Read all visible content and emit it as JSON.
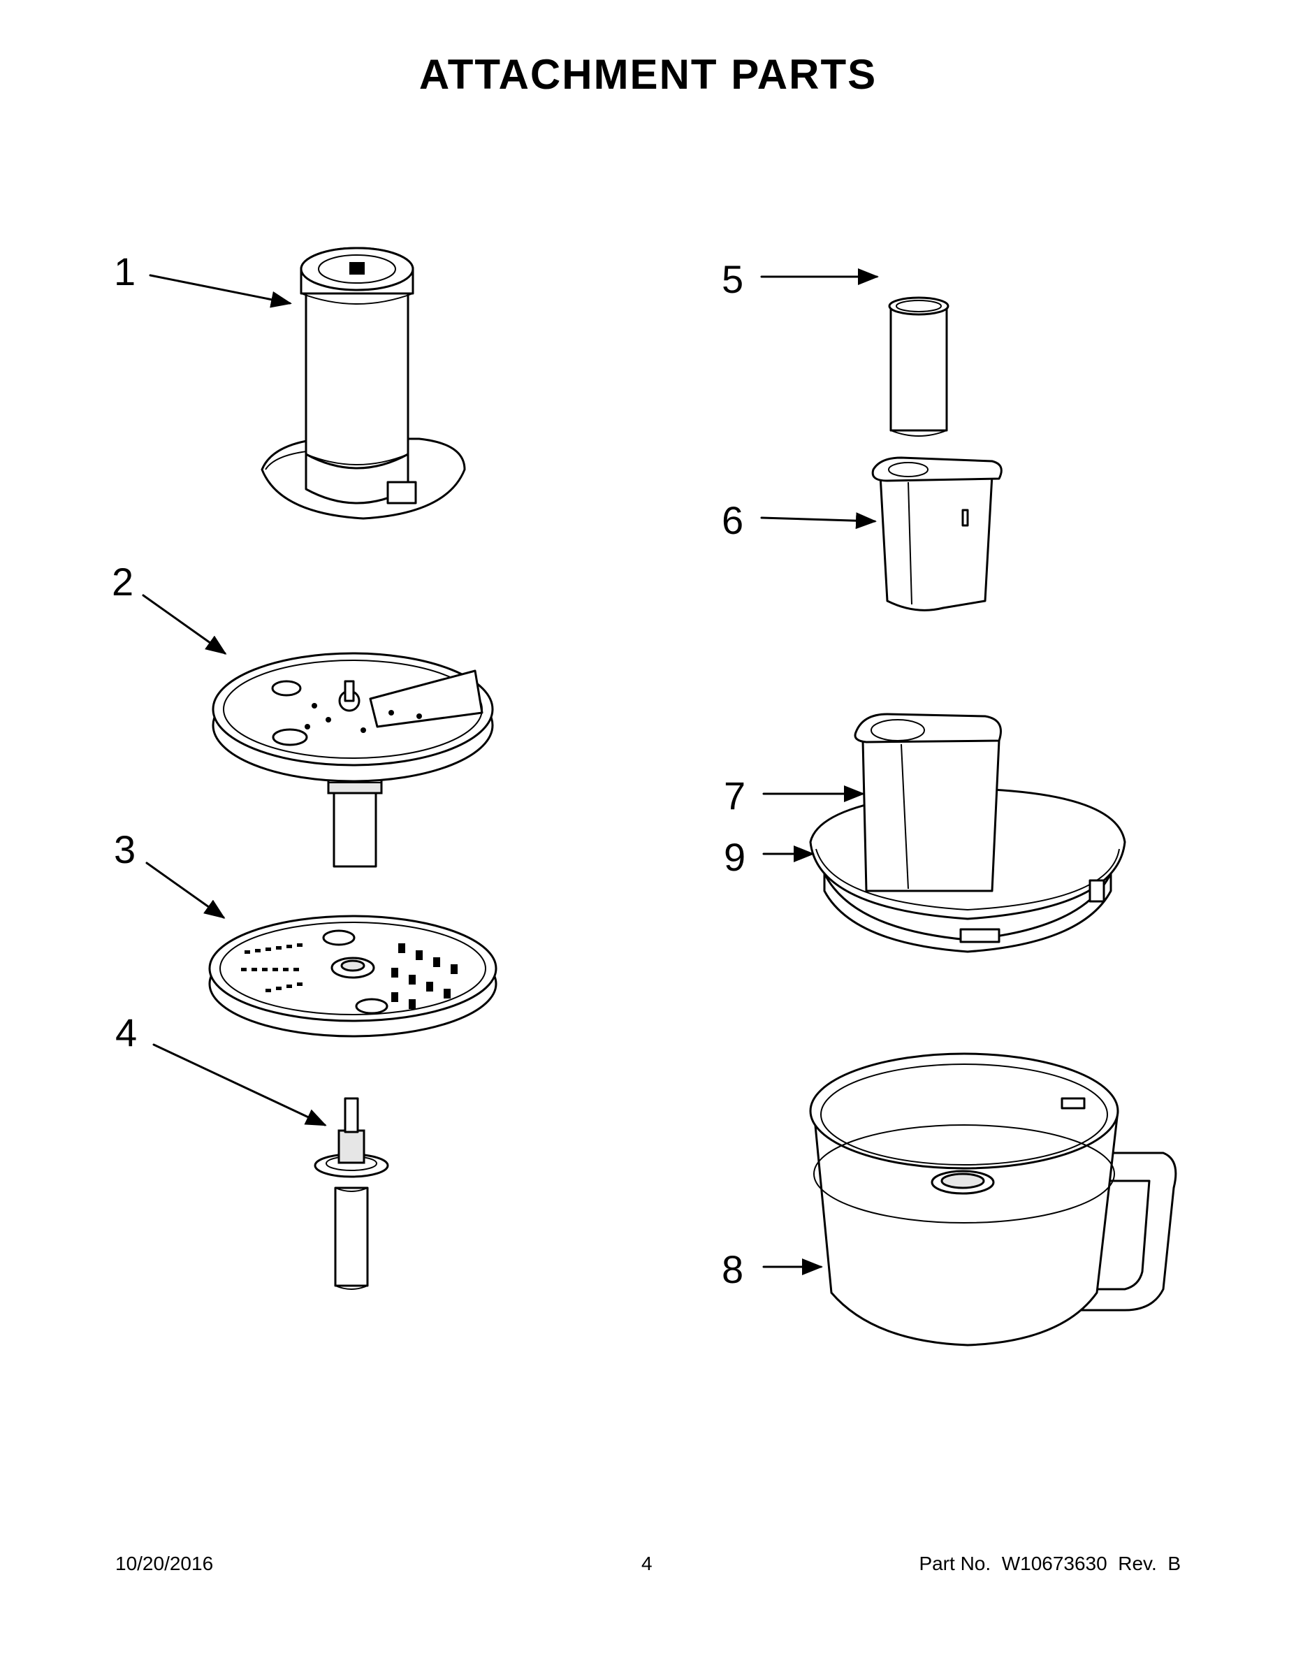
{
  "title": "ATTACHMENT PARTS",
  "callouts": {
    "c1": "1",
    "c2": "2",
    "c3": "3",
    "c4": "4",
    "c5": "5",
    "c6": "6",
    "c7": "7",
    "c8": "8",
    "c9": "9"
  },
  "footer": {
    "date": "10/20/2016",
    "page": "4",
    "part_number": "Part No.  W10673630  Rev.  B"
  }
}
